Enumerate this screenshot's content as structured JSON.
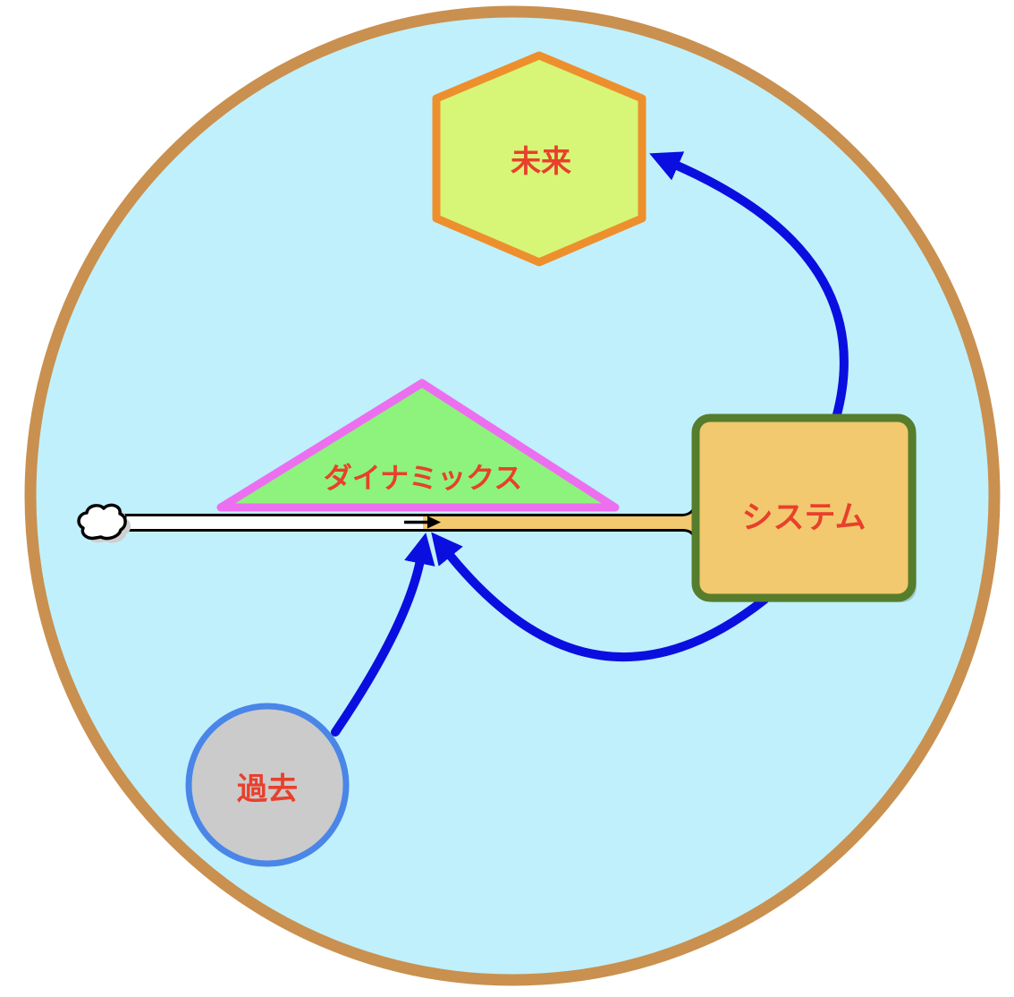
{
  "diagram": {
    "nodes": {
      "future": {
        "label": "未来",
        "shape": "hexagon"
      },
      "dynamics": {
        "label": "ダイナミックス",
        "shape": "triangle"
      },
      "system": {
        "label": "システム",
        "shape": "rounded-rectangle"
      },
      "past": {
        "label": "過去",
        "shape": "circle"
      }
    },
    "timeline": {
      "start_icon": "cloud-icon",
      "direction": "left-to-right"
    },
    "colors": {
      "world_fill": "#c0f0fb",
      "world_border": "#c9904f",
      "hexagon_fill": "#d7f577",
      "hexagon_border": "#ee8f2d",
      "triangle_fill": "#8df37c",
      "triangle_border": "#ec6ff0",
      "system_fill": "#f2c96e",
      "system_border": "#567d2b",
      "past_fill": "#cbcbcb",
      "past_border": "#4a86e8",
      "arrow_blue": "#0a0fe0",
      "label_red": "#e8402c",
      "timeline_white": "#ffffff",
      "timeline_outline": "#000000",
      "shadow_gray": "#cfcfcf"
    }
  }
}
